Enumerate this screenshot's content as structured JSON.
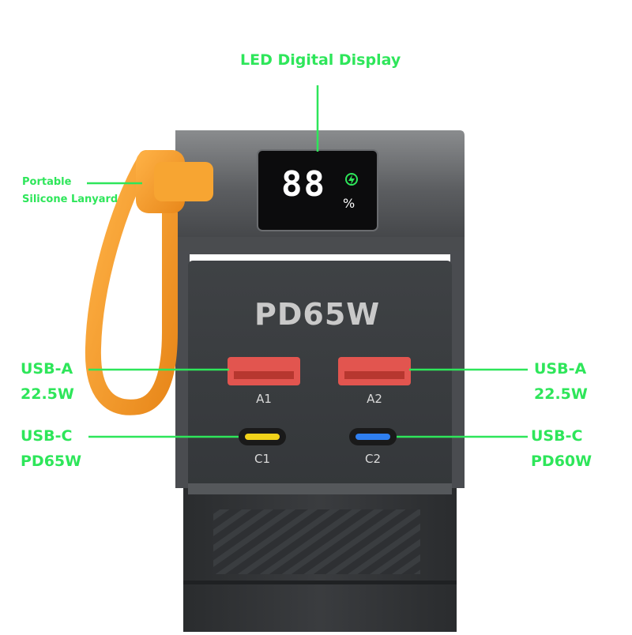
{
  "callouts": {
    "led_display": "LED Digital Display",
    "lanyard_line1": "Portable",
    "lanyard_line2": "Silicone Lanyard",
    "usb_a_left_line1": "USB-A",
    "usb_a_left_line2": "22.5W",
    "usb_a_right_line1": "USB-A",
    "usb_a_right_line2": "22.5W",
    "usb_c_left_line1": "USB-C",
    "usb_c_left_line2": "PD65W",
    "usb_c_right_line1": "USB-C",
    "usb_c_right_line2": "PD60W"
  },
  "device": {
    "brand_text": "PD65W",
    "display_digits": "88",
    "display_unit": "%",
    "ports": {
      "a1": "A1",
      "a2": "A2",
      "c1": "C1",
      "c2": "C2"
    }
  },
  "colors": {
    "callout_green": "#2ee65a",
    "body_dark": "#2f3133",
    "lanyard_orange": "#f59a23",
    "port_red": "#e2554f",
    "port_c1_yellow": "#f0d21a",
    "port_c2_blue": "#2f7ff0"
  }
}
